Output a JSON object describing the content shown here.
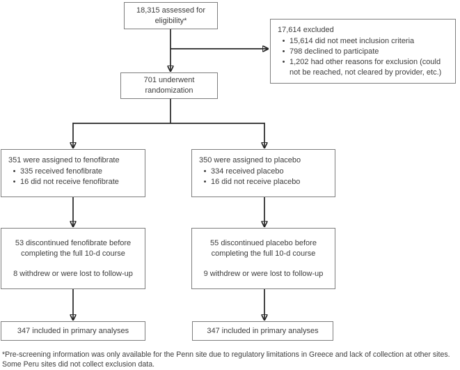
{
  "diagram": {
    "bullet_char": "•",
    "boxes": {
      "assessed": {
        "text": "18,315 assessed for eligibility*"
      },
      "excluded": {
        "title": "17,614 excluded",
        "bullets": [
          "15,614 did not meet inclusion criteria",
          "798 declined to participate",
          "1,202 had other reasons for exclusion (could not be reached, not cleared by provider, etc.)"
        ]
      },
      "randomized": {
        "text": "701 underwent randomization"
      },
      "fenofibrate_assigned": {
        "title": "351 were assigned to fenofibrate",
        "bullets": [
          "335 received fenofibrate",
          "16 did not receive fenofibrate"
        ]
      },
      "placebo_assigned": {
        "title": "350 were assigned to placebo",
        "bullets": [
          "334 received placebo",
          "16 did not receive placebo"
        ]
      },
      "fenofibrate_discontinued": {
        "para1": "53 discontinued fenofibrate before completing the full 10-d course",
        "para2": "8 withdrew or were lost to follow-up"
      },
      "placebo_discontinued": {
        "para1": "55 discontinued placebo before completing the full 10-d course",
        "para2": "9 withdrew or were lost to follow-up"
      },
      "fenofibrate_included": {
        "text": "347 included in primary analyses"
      },
      "placebo_included": {
        "text": "347 included in primary analyses"
      }
    },
    "footnote": "*Pre-screening information was only available for the Penn site due to regulatory limitations in Greece and lack of collection at other sites. Some Peru sites did not collect exclusion data.",
    "colors": {
      "box_border": "#7d7d7d",
      "connector_line": "#262626",
      "text": "#3c3c3c",
      "background": "#ffffff"
    }
  }
}
